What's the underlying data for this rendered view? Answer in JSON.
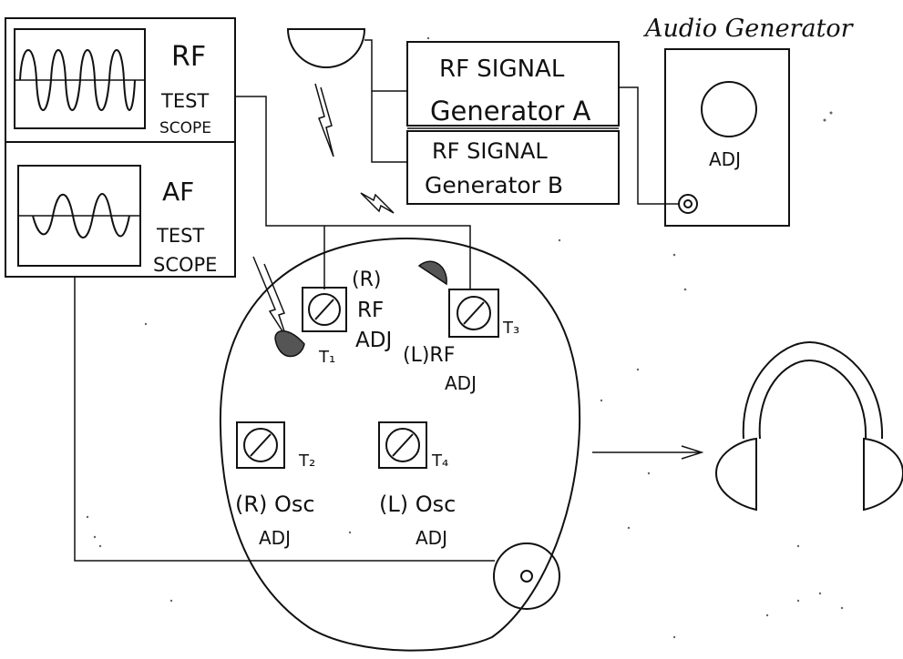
{
  "rf_scope": {
    "label_1": "RF",
    "label_2": "TEST",
    "label_3": "SCOPE"
  },
  "af_scope": {
    "label_1": "AF",
    "label_2": "TEST",
    "label_3": "SCOPE"
  },
  "gen_a": {
    "line_1": "RF SIGNAL",
    "line_2": "Generator A"
  },
  "gen_b": {
    "line_1": "RF SIGNAL",
    "line_2": "Generator B"
  },
  "audio_generator": {
    "title": "Audio Generator",
    "knob_label": "ADJ"
  },
  "trimmers": {
    "t1": {
      "name": "T₁",
      "label_1": "(R)",
      "label_2": "RF",
      "label_3": "ADJ"
    },
    "t3": {
      "name": "T₃",
      "label_1": "(L)RF",
      "label_2": "ADJ"
    },
    "t2": {
      "name": "T₂",
      "label_1": "(R) Osc",
      "label_2": "ADJ"
    },
    "t4": {
      "name": "T₄",
      "label_1": "(L) Osc",
      "label_2": "ADJ"
    }
  }
}
